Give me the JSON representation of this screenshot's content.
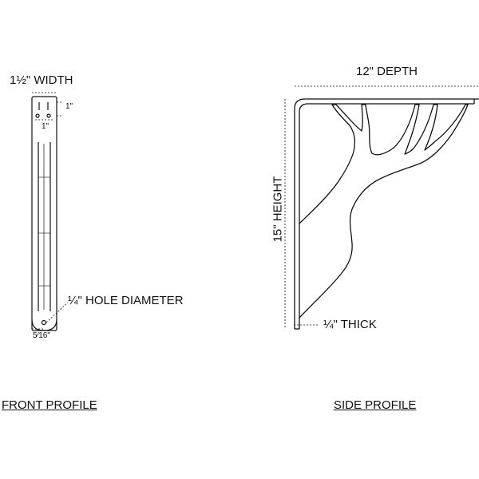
{
  "front_profile": {
    "title": "FRONT PROFILE",
    "width_label": "1½\" WIDTH",
    "edge_top_label": "1\"",
    "edge_side_label": "1\"",
    "hole_label": "¼\" HOLE DIAMETER",
    "hole_offset_label": "5⁄16\""
  },
  "side_profile": {
    "title": "SIDE PROFILE",
    "depth_label": "12\" DEPTH",
    "height_label": "15\" HEIGHT",
    "thick_label": "¼\" THICK"
  },
  "colors": {
    "line": "#111111",
    "background": "#ffffff"
  }
}
